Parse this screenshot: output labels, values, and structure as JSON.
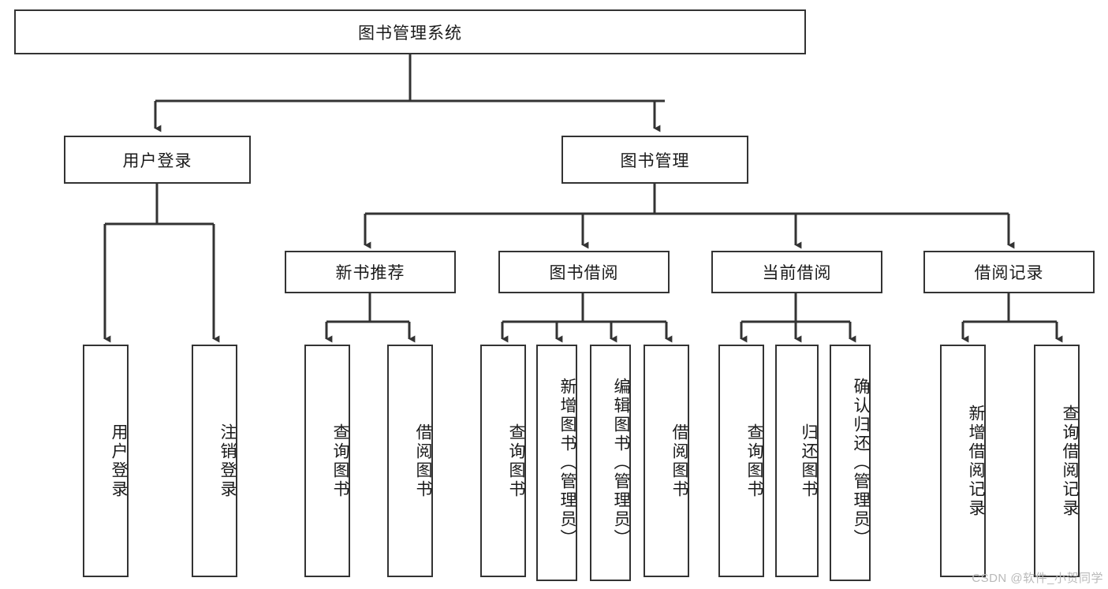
{
  "diagram": {
    "type": "tree-hierarchy-chart",
    "title": "图书管理系统",
    "root": {
      "id": "root",
      "label": "图书管理系统"
    },
    "level2": [
      {
        "id": "user-login",
        "label": "用户登录"
      },
      {
        "id": "book-manage",
        "label": "图书管理"
      }
    ],
    "level3": [
      {
        "id": "new-book-recommend",
        "label": "新书推荐",
        "parent": "book-manage"
      },
      {
        "id": "book-borrow",
        "label": "图书借阅",
        "parent": "book-manage"
      },
      {
        "id": "current-borrow",
        "label": "当前借阅",
        "parent": "book-manage"
      },
      {
        "id": "borrow-record",
        "label": "借阅记录",
        "parent": "book-manage"
      }
    ],
    "leaves": [
      {
        "id": "leaf-user-login",
        "label": "用户登录",
        "parent": "user-login"
      },
      {
        "id": "leaf-logout",
        "label": "注销登录",
        "parent": "user-login"
      },
      {
        "id": "leaf-query-book-1",
        "label": "查询图书",
        "parent": "new-book-recommend"
      },
      {
        "id": "leaf-borrow-book-1",
        "label": "借阅图书",
        "parent": "new-book-recommend"
      },
      {
        "id": "leaf-query-book-2",
        "label": "查询图书",
        "parent": "book-borrow"
      },
      {
        "id": "leaf-add-book",
        "label": "新增图书（管理员）",
        "parent": "book-borrow"
      },
      {
        "id": "leaf-edit-book",
        "label": "编辑图书（管理员）",
        "parent": "book-borrow"
      },
      {
        "id": "leaf-borrow-book-2",
        "label": "借阅图书",
        "parent": "book-borrow"
      },
      {
        "id": "leaf-query-book-3",
        "label": "查询图书",
        "parent": "current-borrow"
      },
      {
        "id": "leaf-return-book",
        "label": "归还图书",
        "parent": "current-borrow"
      },
      {
        "id": "leaf-confirm-return",
        "label": "确认归还（管理员）",
        "parent": "current-borrow"
      },
      {
        "id": "leaf-add-record",
        "label": "新增借阅记录",
        "parent": "borrow-record"
      },
      {
        "id": "leaf-query-record",
        "label": "查询借阅记录",
        "parent": "borrow-record"
      }
    ],
    "colors": {
      "box_border": "#333333",
      "box_fill": "#ffffff",
      "connector": "#333333",
      "text": "#1a1a1a",
      "watermark": "#b9b9b9"
    }
  },
  "watermark": {
    "text": "CSDN @软件_小贺同学"
  }
}
